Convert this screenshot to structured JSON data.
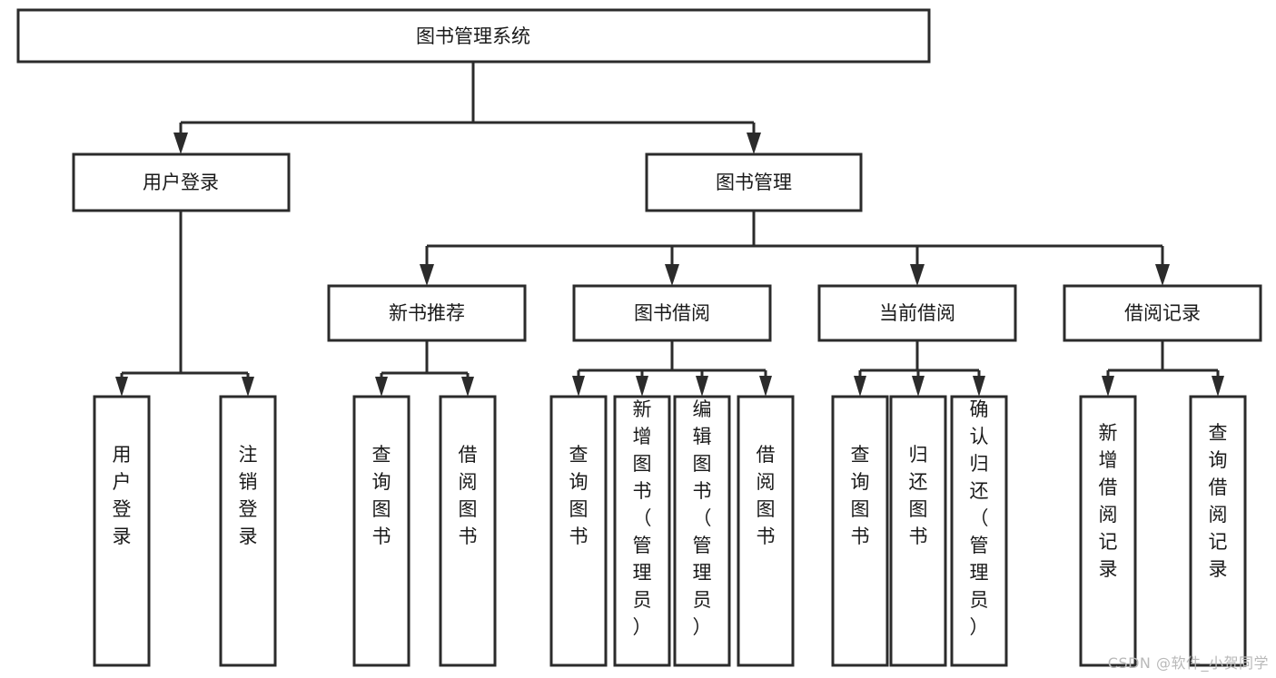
{
  "diagram": {
    "type": "tree",
    "title": "图书管理系统",
    "watermark": "CSDN @软件_小贺同学",
    "theme": {
      "background": "#ffffff",
      "stroke": "#2b2b2b",
      "fill": "#ffffff",
      "text": "#1a1a1a",
      "watermark_color": "#b9b9b9"
    },
    "levels": {
      "root": {
        "label": "图书管理系统"
      },
      "level2": [
        {
          "id": "user-login",
          "label": "用户登录"
        },
        {
          "id": "book-manage",
          "label": "图书管理"
        }
      ],
      "level3": [
        {
          "id": "new-book-rec",
          "label": "新书推荐",
          "parent": "book-manage"
        },
        {
          "id": "book-borrow",
          "label": "图书借阅",
          "parent": "book-manage"
        },
        {
          "id": "current-borrow",
          "label": "当前借阅",
          "parent": "book-manage"
        },
        {
          "id": "borrow-record",
          "label": "借阅记录",
          "parent": "book-manage"
        }
      ],
      "leaves": [
        {
          "id": "leaf-user-login",
          "label": "用户登录",
          "parent": "user-login"
        },
        {
          "id": "leaf-user-logout",
          "label": "注销登录",
          "parent": "user-login"
        },
        {
          "id": "leaf-query-book-1",
          "label": "查询图书",
          "parent": "new-book-rec"
        },
        {
          "id": "leaf-borrow-book-1",
          "label": "借阅图书",
          "parent": "new-book-rec"
        },
        {
          "id": "leaf-query-book-2",
          "label": "查询图书",
          "parent": "book-borrow"
        },
        {
          "id": "leaf-add-book",
          "label": "新增图书（管理员）",
          "parent": "book-borrow"
        },
        {
          "id": "leaf-edit-book",
          "label": "编辑图书（管理员）",
          "parent": "book-borrow"
        },
        {
          "id": "leaf-borrow-book-2",
          "label": "借阅图书",
          "parent": "book-borrow"
        },
        {
          "id": "leaf-query-book-3",
          "label": "查询图书",
          "parent": "current-borrow"
        },
        {
          "id": "leaf-return-book",
          "label": "归还图书",
          "parent": "current-borrow"
        },
        {
          "id": "leaf-confirm-return",
          "label": "确认归还（管理员）",
          "parent": "current-borrow"
        },
        {
          "id": "leaf-add-record",
          "label": "新增借阅记录",
          "parent": "borrow-record"
        },
        {
          "id": "leaf-query-record",
          "label": "查询借阅记录",
          "parent": "borrow-record"
        }
      ]
    }
  }
}
